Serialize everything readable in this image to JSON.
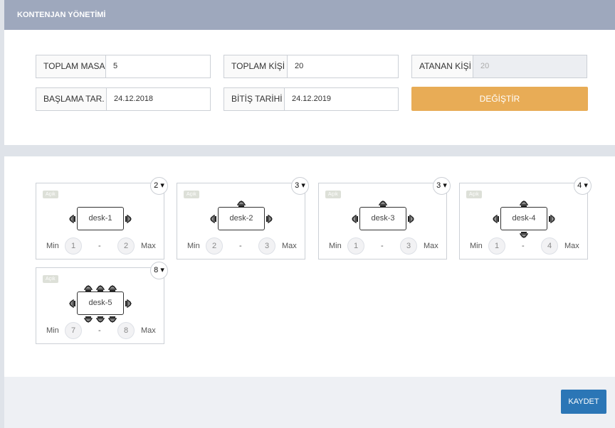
{
  "header": {
    "title": "KONTENJAN YÖNETİMİ"
  },
  "form": {
    "toplam_masa": {
      "label": "TOPLAM MASA",
      "value": "5"
    },
    "toplam_kisi": {
      "label": "TOPLAM KİŞİ",
      "value": "20"
    },
    "atanan_kisi": {
      "label": "ATANAN KİŞİ",
      "value": "20"
    },
    "baslama": {
      "label": "BAŞLAMA TAR.",
      "value": "24.12.2018"
    },
    "bitis": {
      "label": "BİTİŞ TARİHİ",
      "value": "24.12.2019"
    },
    "degistir_label": "DEĞİŞTİR"
  },
  "desks": [
    {
      "name": "desk-1",
      "status": "Açık",
      "capacity": "2 ▾",
      "min": "1",
      "max": "2",
      "min_label": "Min",
      "max_label": "Max",
      "sep": "-"
    },
    {
      "name": "desk-2",
      "status": "Açık",
      "capacity": "3 ▾",
      "min": "2",
      "max": "3",
      "min_label": "Min",
      "max_label": "Max",
      "sep": "-"
    },
    {
      "name": "desk-3",
      "status": "Açık",
      "capacity": "3 ▾",
      "min": "1",
      "max": "3",
      "min_label": "Min",
      "max_label": "Max",
      "sep": "-"
    },
    {
      "name": "desk-4",
      "status": "Açık",
      "capacity": "4 ▾",
      "min": "1",
      "max": "4",
      "min_label": "Min",
      "max_label": "Max",
      "sep": "-"
    },
    {
      "name": "desk-5",
      "status": "Açık",
      "capacity": "8 ▾",
      "min": "7",
      "max": "8",
      "min_label": "Min",
      "max_label": "Max",
      "sep": "-"
    }
  ],
  "footer": {
    "save_label": "KAYDET"
  },
  "colors": {
    "header": "#9ea8bd",
    "degistir": "#e8ac56",
    "kaydet": "#2b76b6"
  },
  "icons": {
    "chair": "chair-icon"
  }
}
